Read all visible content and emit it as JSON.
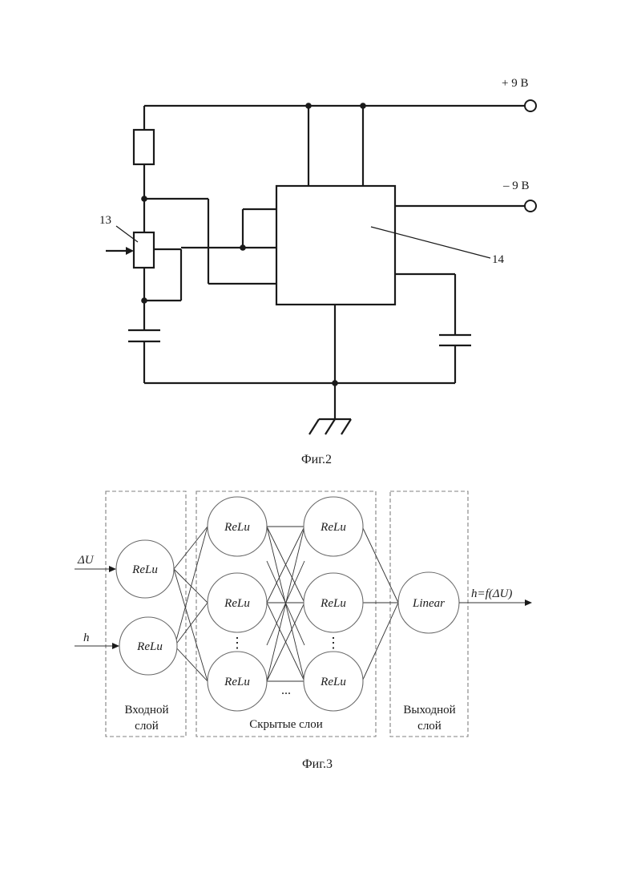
{
  "fig2": {
    "caption": "Фиг.2",
    "plus_label": "+ 9 В",
    "minus_label": "– 9 В",
    "label_13": "13",
    "label_14": "14"
  },
  "fig3": {
    "caption": "Фиг.3",
    "input_du": "ΔU",
    "input_h": "h",
    "output_label": "h=f(ΔU)",
    "input_layer": [
      "Входной",
      "слой"
    ],
    "hidden_layers": "Скрытые слои",
    "output_layer": [
      "Выходной",
      "слой"
    ],
    "relu": "ReLu",
    "linear": "Linear",
    "vdots": "⋮",
    "hdots": "..."
  }
}
